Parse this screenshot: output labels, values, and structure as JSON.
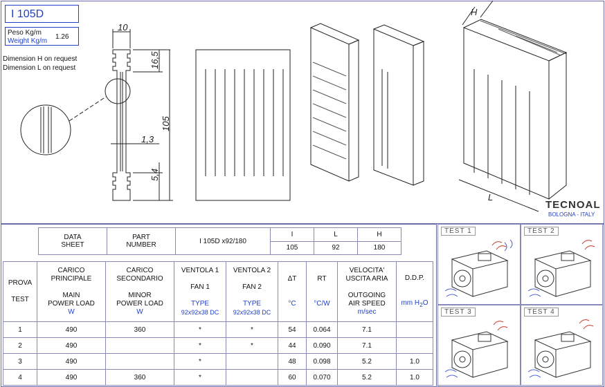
{
  "header": {
    "title": "I 105D"
  },
  "weight": {
    "label_it": "Peso Kg/m",
    "label_en": "Weight Kg/m",
    "value": "1.26"
  },
  "notes": [
    "Dimension H  on request",
    "Dimension L  on request"
  ],
  "drawing": {
    "dim_width": "10",
    "dim_fin_top": "16,5",
    "dim_height": "105",
    "dim_fin_thick": "1,3",
    "dim_fin_bottom": "5,4",
    "iso_h": "H",
    "iso_l": "L"
  },
  "logo": {
    "name": "TECNOAL",
    "city": "BOLOGNA - ITALY"
  },
  "datasheet": {
    "data_sheet_label": [
      "DATA",
      "SHEET"
    ],
    "part_number_label": [
      "PART",
      "NUMBER"
    ],
    "part_number": "I 105D x92/180",
    "dims": [
      {
        "key": "I",
        "value": "105"
      },
      {
        "key": "L",
        "value": "92"
      },
      {
        "key": "H",
        "value": "180"
      }
    ]
  },
  "table": {
    "headers": {
      "prova": [
        "PROVA",
        "TEST"
      ],
      "main_load": [
        "CARICO",
        "PRINCIPALE",
        "MAIN",
        "POWER LOAD",
        "W"
      ],
      "minor_load": [
        "CARICO",
        "SECONDARIO",
        "MINOR",
        "POWER LOAD",
        "W"
      ],
      "fan1": [
        "VENTOLA 1",
        "FAN 1",
        "TYPE",
        "92x92x38 DC"
      ],
      "fan2": [
        "VENTOLA 2",
        "FAN 2",
        "TYPE",
        "92x92x38 DC"
      ],
      "dt": [
        "ΔT",
        "°C"
      ],
      "rt": [
        "RT",
        "°C/W"
      ],
      "speed": [
        "VELOCITA'",
        "USCITA  ARIA",
        "OUTGOING",
        "AIR SPEED",
        "m/sec"
      ],
      "ddp": [
        "D.D.P.",
        "mm H",
        "2",
        "O"
      ]
    },
    "rows": [
      {
        "test": "1",
        "main": "490",
        "minor": "360",
        "fan1": "*",
        "fan2": "*",
        "dt": "54",
        "rt": "0.064",
        "speed": "7.1",
        "ddp": ""
      },
      {
        "test": "2",
        "main": "490",
        "minor": "",
        "fan1": "*",
        "fan2": "*",
        "dt": "44",
        "rt": "0.090",
        "speed": "7.1",
        "ddp": ""
      },
      {
        "test": "3",
        "main": "490",
        "minor": "",
        "fan1": "*",
        "fan2": "",
        "dt": "48",
        "rt": "0.098",
        "speed": "5.2",
        "ddp": "1.0"
      },
      {
        "test": "4",
        "main": "490",
        "minor": "360",
        "fan1": "*",
        "fan2": "",
        "dt": "60",
        "rt": "0.070",
        "speed": "5.2",
        "ddp": "1.0"
      }
    ]
  },
  "tests": [
    "TEST  1",
    "TEST  2",
    "TEST  3",
    "TEST  4"
  ],
  "colors": {
    "accent": "#1f3fc8",
    "frame": "#6a6aa8"
  }
}
